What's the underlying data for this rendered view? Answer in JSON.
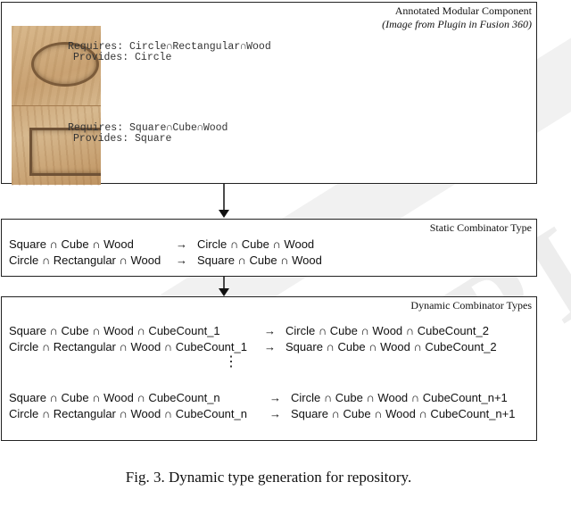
{
  "component": {
    "title": "Annotated Modular Component",
    "subtitle": "(Image from Plugin in Fusion 360)",
    "circle_annotation": {
      "requires": "Requires: Circle∩Rectangular∩Wood",
      "provides": "Provides: Circle"
    },
    "square_annotation": {
      "requires": "Requires: Square∩Cube∩Wood",
      "provides": "Provides: Square"
    }
  },
  "static": {
    "title": "Static Combinator Type",
    "rows": [
      {
        "from": "Square ∩ Cube ∩ Wood",
        "arrow": "→",
        "to": "Circle ∩ Cube ∩ Wood"
      },
      {
        "from": "Circle ∩ Rectangular ∩ Wood",
        "arrow": "→",
        "to": "Square ∩ Cube ∩ Wood"
      }
    ]
  },
  "dynamic": {
    "title": "Dynamic Combinator Types",
    "rows": [
      {
        "from": "Square ∩ Cube ∩ Wood ∩ CubeCount_1",
        "arrow": "→",
        "to": "Circle ∩ Cube ∩ Wood ∩ CubeCount_2"
      },
      {
        "from": "Circle ∩ Rectangular ∩ Wood ∩ CubeCount_1",
        "arrow": "→",
        "to": "Square ∩ Cube ∩ Wood ∩ CubeCount_2"
      },
      {
        "from": "Square ∩ Cube ∩ Wood ∩ CubeCount_n",
        "arrow": "→",
        "to": "Circle ∩ Cube ∩ Wood ∩ CubeCount_n+1"
      },
      {
        "from": "Circle ∩ Rectangular ∩ Wood ∩ CubeCount_n",
        "arrow": "→",
        "to": "Square ∩ Cube ∩ Wood ∩ CubeCount_n+1"
      }
    ],
    "ellipsis": "⋮"
  },
  "caption": "Fig. 3. Dynamic type generation for repository."
}
